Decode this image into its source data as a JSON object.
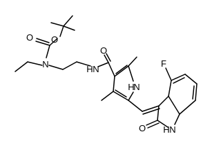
{
  "atoms": {
    "boc_o_ether": "O",
    "boc_o_carbonyl": "O",
    "n_carbamate": "N",
    "amide_nh": "N",
    "amide_h": "H",
    "amide_o": "O",
    "pyrrole_nh": "N",
    "pyrrole_h": "H",
    "fluorine": "F",
    "indole_nh": "N",
    "indole_h": "H",
    "oxindole_o": "O"
  },
  "colors": {
    "bond": "#000000",
    "background": "#ffffff"
  }
}
